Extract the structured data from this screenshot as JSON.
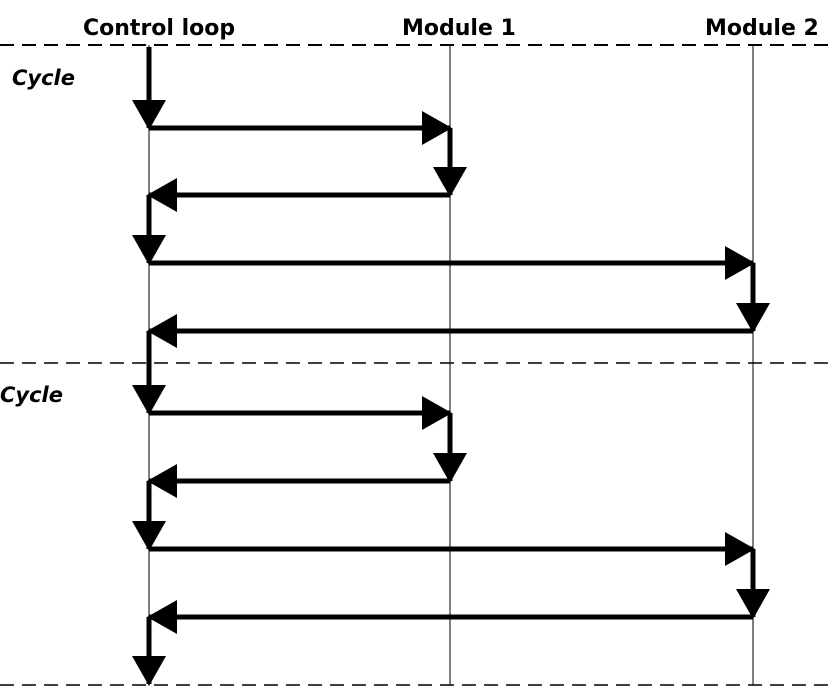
{
  "header": {
    "lanes": [
      {
        "id": "control",
        "label": "Control loop"
      },
      {
        "id": "module1",
        "label": "Module 1"
      },
      {
        "id": "module2",
        "label": "Module 2"
      }
    ]
  },
  "cycles": [
    {
      "label": "Cycle"
    },
    {
      "label": "Cycle"
    }
  ],
  "messages": [
    {
      "cycle": 0,
      "from": "control",
      "to": "module1"
    },
    {
      "cycle": 0,
      "from": "module1",
      "to": "control"
    },
    {
      "cycle": 0,
      "from": "control",
      "to": "module2"
    },
    {
      "cycle": 0,
      "from": "module2",
      "to": "control"
    },
    {
      "cycle": 1,
      "from": "control",
      "to": "module1"
    },
    {
      "cycle": 1,
      "from": "module1",
      "to": "control"
    },
    {
      "cycle": 1,
      "from": "control",
      "to": "module2"
    },
    {
      "cycle": 1,
      "from": "module2",
      "to": "control"
    }
  ]
}
